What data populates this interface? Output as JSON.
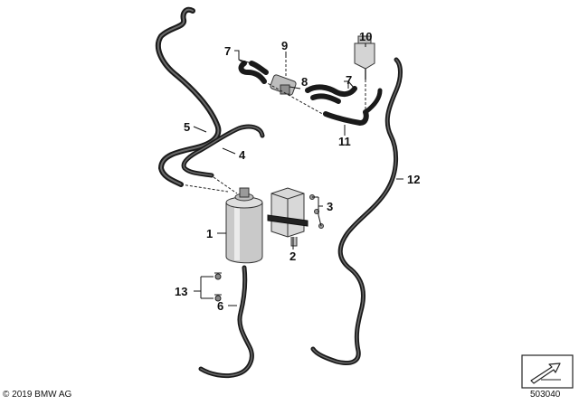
{
  "callouts": {
    "c1": "1",
    "c2": "2",
    "c3": "3",
    "c4": "4",
    "c5": "5",
    "c6": "6",
    "c7a": "7",
    "c7b": "7",
    "c8": "8",
    "c9": "9",
    "c10": "10",
    "c11": "11",
    "c12": "12",
    "c13": "13"
  },
  "footer": {
    "copyright": "© 2019 BMW AG",
    "diagram_number": "503040"
  },
  "icons": {
    "corner_symbol": "arrow-page-icon"
  }
}
